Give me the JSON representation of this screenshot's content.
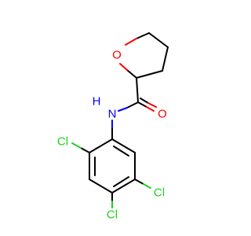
{
  "molecule": {
    "atoms": {
      "O_ring": {
        "text": "O",
        "color": "#ff0000"
      },
      "O_carbonyl": {
        "text": "O",
        "color": "#ff0000"
      },
      "N_amide": {
        "text": "N",
        "color": "#0000ff"
      },
      "H_amide": {
        "text": "H",
        "color": "#0000ff"
      },
      "Cl_2": {
        "text": "Cl",
        "color": "#1fd01f"
      },
      "Cl_4": {
        "text": "Cl",
        "color": "#1fd01f"
      },
      "Cl_5": {
        "text": "Cl",
        "color": "#1fd01f"
      }
    }
  }
}
